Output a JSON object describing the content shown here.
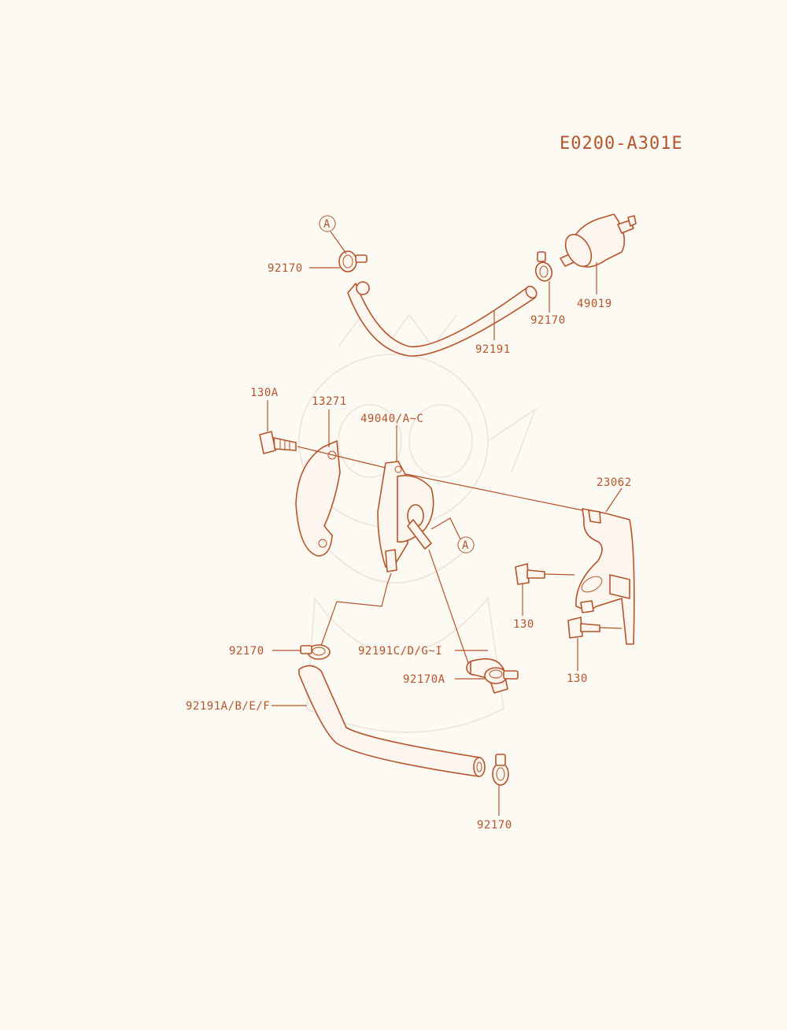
{
  "diagram_code": "E0200-A301E",
  "callout_ref": "A",
  "parts": {
    "clamp_top_left": "92170",
    "clamp_top_right": "92170",
    "fuel_filter": "49019",
    "fuel_hose_top": "92191",
    "bolt_130a": "130A",
    "cover_13271": "13271",
    "fuel_pump": "49040/A~C",
    "bracket": "23062",
    "bolt_130_upper": "130",
    "bolt_130_lower": "130",
    "clamp_mid_left": "92170",
    "hose_short": "92191C/D/G~I",
    "clamp_92170a": "92170A",
    "hose_long": "92191A/B/E/F",
    "clamp_bottom": "92170"
  },
  "colors": {
    "ink": "#b5532a",
    "paper": "#fdfaf4",
    "watermark": "#efe7dc"
  }
}
